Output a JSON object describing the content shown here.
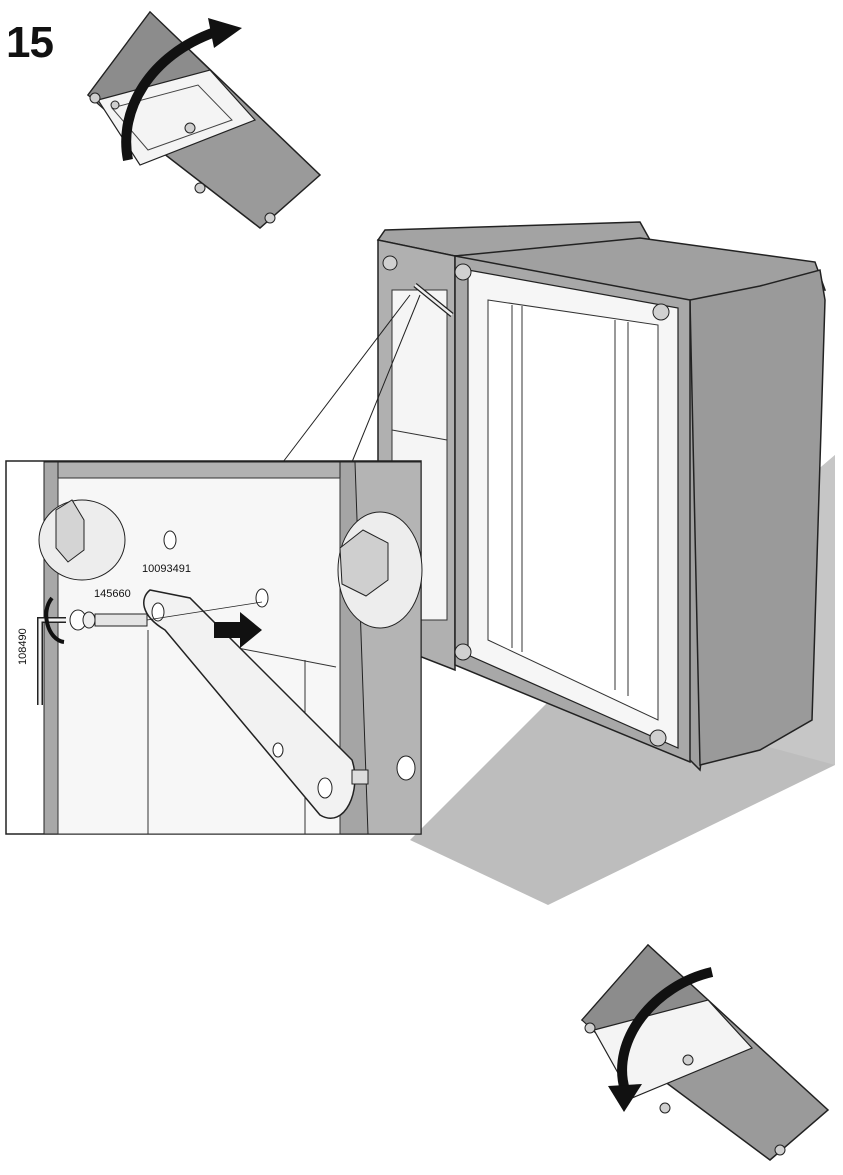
{
  "step": {
    "number": "15"
  },
  "parts": {
    "connector": "10093491",
    "bolt": "145660",
    "key": "108490"
  }
}
